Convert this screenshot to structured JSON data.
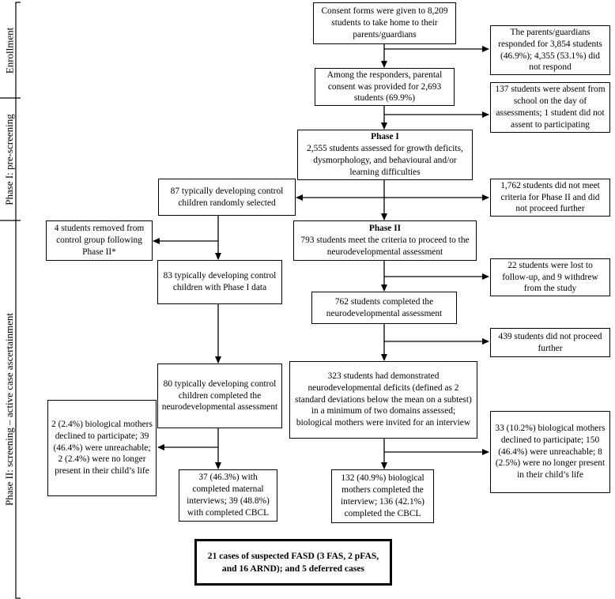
{
  "sections": {
    "enrollment": "Enrollment",
    "phase1": "Phase I: pre-screening",
    "phase2": "Phase II: screening – active case ascertainment"
  },
  "boxes": {
    "consent_forms": "Consent forms were given to 8,209 students to take home to their parents/guardians",
    "responded": "The parents/guardians responded for 3,854 students (46.9%); 4,355 (53.1%) did not respond",
    "consent_provided": "Among the responders, parental consent was provided for 2,693 students (69.9%)",
    "absent": "137 students were absent from school on the day of assessments; 1 student did not assent to participating",
    "phase1_title": "Phase I",
    "phase1_body": "2,555 students assessed for growth deficits, dysmorphology, and behavioural and/or learning difficulties",
    "control_87": "87 typically developing control children randomly selected",
    "not_meet": "1,762 students did not meet criteria for Phase II and did not proceed further",
    "removed_4": "4 students removed from control group following Phase II*",
    "phase2_title": "Phase II",
    "phase2_body": "793 students meet the criteria to proceed to the neurodevelopmental assessment",
    "control_83": "83 typically developing control children with Phase I data",
    "lost_followup": "22 students were lost to follow-up, and 9 withdrew from the study",
    "completed_762": "762 students completed the neurodevelopmental assessment",
    "not_proceed_439": "439 students did not proceed further",
    "control_80": "80 typically developing control children completed the neurodevelopmental assessment",
    "deficits_323": "323 students had demonstrated neurodevelopmental deficits (defined as 2 standard deviations below the mean on a subtest) in a minimum of two domains assessed; biological mothers were invited for an interview",
    "control_mothers_declined": "2 (2.4%) biological mothers declined to participate; 39 (46.4%) were unreachable; 2 (2.4%) were no longer present in their child’s life",
    "mothers_declined_33": "33 (10.2%) biological mothers declined to participate; 150 (46.4%) were unreachable; 8 (2.5%) were no longer present in their child’s life",
    "control_interviews_37": "37 (46.3%) with completed maternal interviews; 39 (48.8%) with completed CBCL",
    "mothers_completed_132": "132 (40.9%) biological mothers completed the interview; 136 (42.1%) completed the CBCL",
    "fasd_cases": "21 cases of suspected FASD (3 FAS, 2 pFAS, and 16 ARND); and 5 deferred cases"
  }
}
